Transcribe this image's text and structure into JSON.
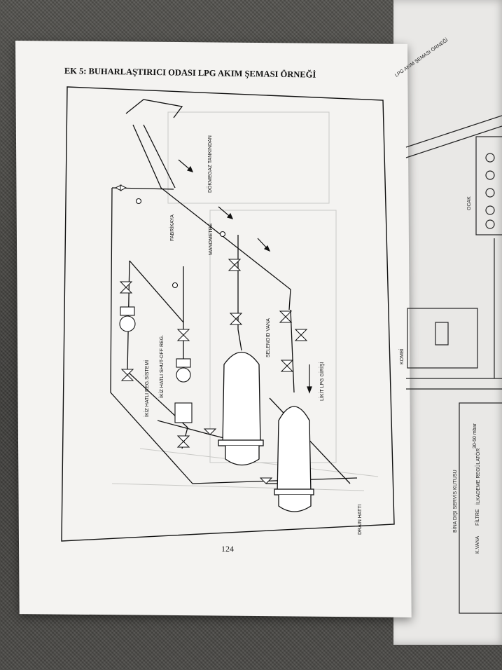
{
  "page": {
    "heading": "EK 5: BUHARLAŞTIRICI ODASI LPG AKIM ŞEMASI ÖRNEĞİ",
    "page_number": "124"
  },
  "diagram_labels": {
    "dokmegaz": "DÖKMEGAZ TANKINDAN",
    "fabrikaya": "FABRİKAYA",
    "manometre": "MANOMETRE",
    "selenoid": "SELENOID VANA",
    "likit": "LİKİT LPG GİRİŞİ",
    "ikiz_reg": "İKİZ HATLI REG.SİSTEMİ",
    "ikiz_shut": "İKİZ HATLI SHUT-OFF REG.",
    "drain": "DRAIN HATTI"
  },
  "right_page": {
    "header": "LPG AKIM ŞEMASI ÖRNEĞİ",
    "ocak": "OCAK",
    "kombi": "KOMBİ",
    "bina": "BİNA DIŞI SERVİS KUTUSU",
    "mbar": "30-50 mbar",
    "ilk_kademe": "İLKADEME REGÜLATÖR",
    "filtre": "FİLTRE",
    "k_vana": "K.VANA"
  }
}
